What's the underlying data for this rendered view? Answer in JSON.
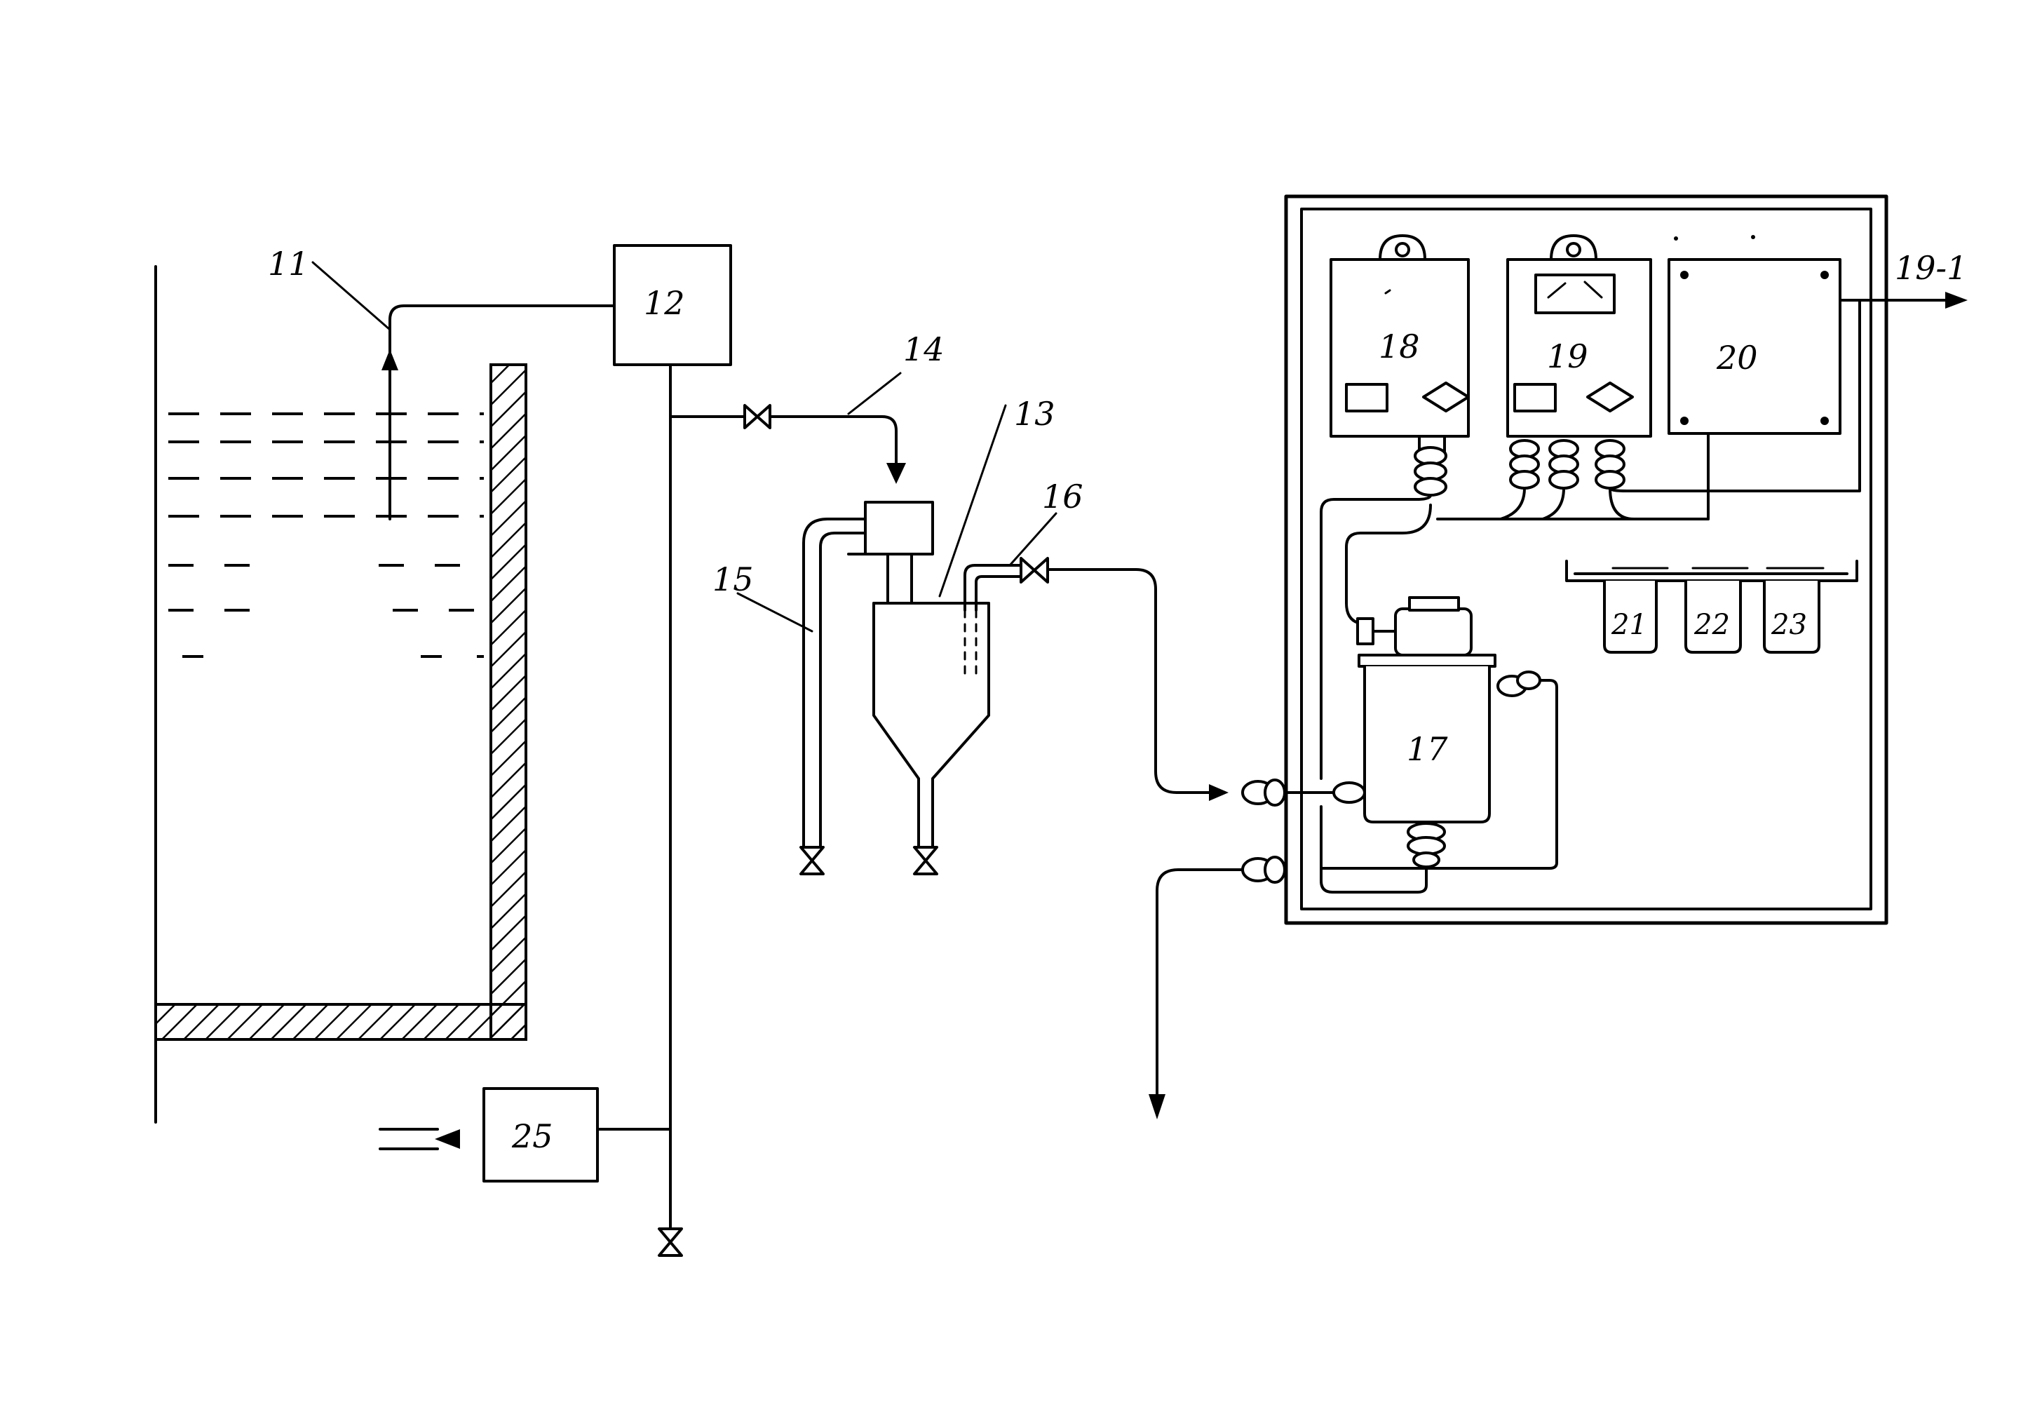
{
  "labels": {
    "l11": "11",
    "l12": "12",
    "l13": "13",
    "l14": "14",
    "l15": "15",
    "l16": "16",
    "l17": "17",
    "l18": "18",
    "l19": "19",
    "l20": "20",
    "l21": "21",
    "l22": "22",
    "l23": "23",
    "l25": "25",
    "l19_1": "19-1"
  },
  "icons": {
    "valve": "valve-icon",
    "arrow": "arrow-icon",
    "hatch": "hatched-wall-icon"
  },
  "colors": {
    "line": "#000000",
    "background": "#ffffff"
  }
}
